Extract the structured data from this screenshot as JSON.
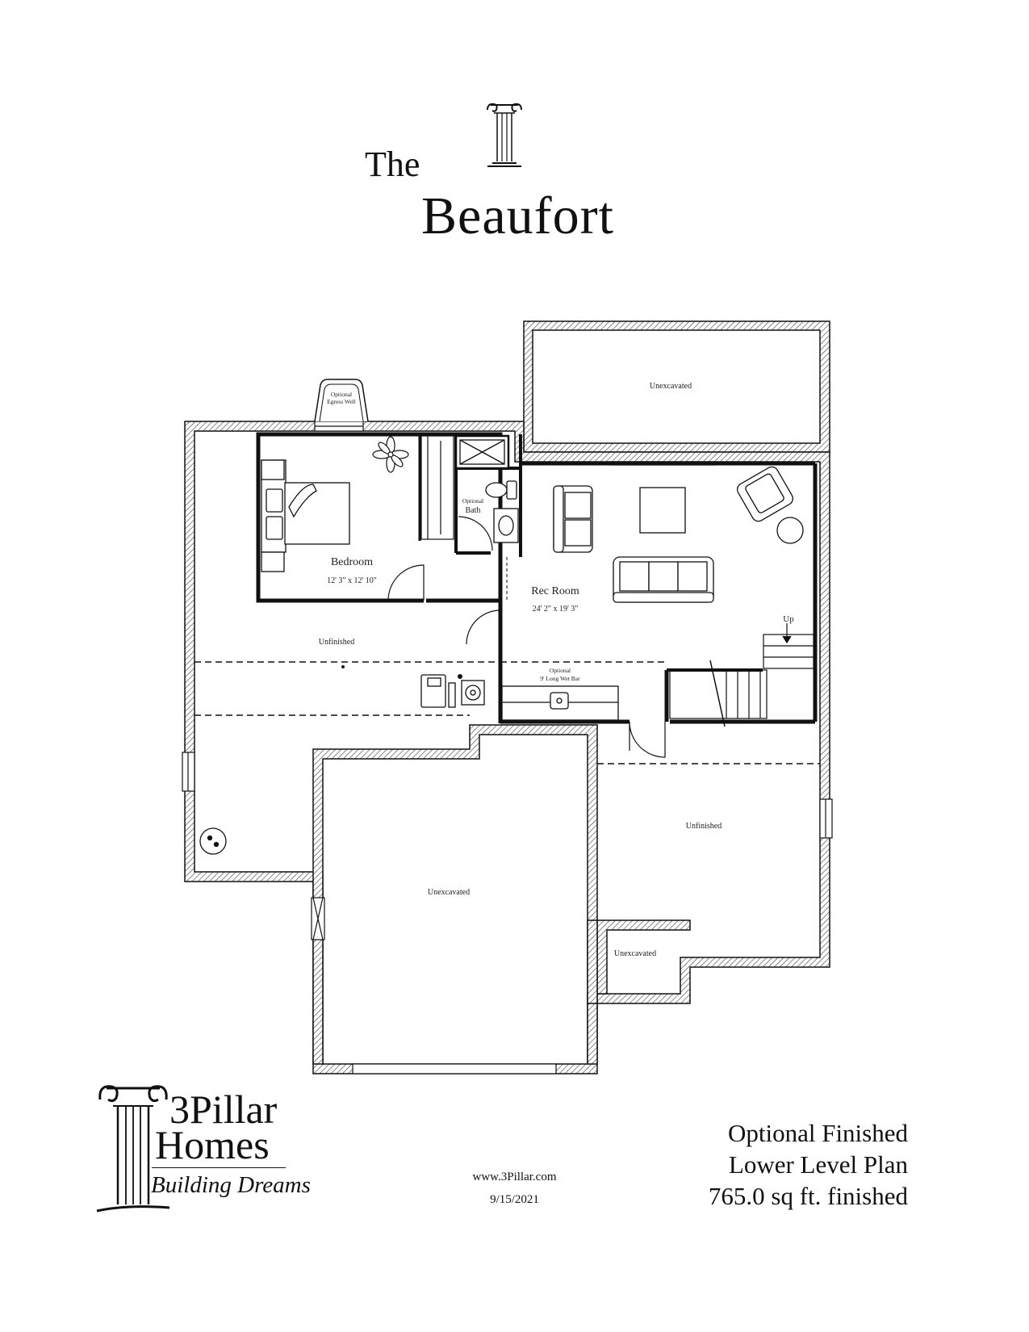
{
  "header": {
    "title_prefix": "The",
    "title": "Beaufort"
  },
  "plan": {
    "rooms": {
      "unexcavated_top": "Unexcavated",
      "egress_line1": "Optional",
      "egress_line2": "Egress Well",
      "bath_line1": "Optional",
      "bath_line2": "Bath",
      "bedroom_name": "Bedroom",
      "bedroom_size": "12' 3\" x 12' 10\"",
      "rec_room_name": "Rec Room",
      "rec_room_size": "24' 2\" x 19' 3\"",
      "unfinished_left": "Unfinished",
      "wet_bar_line1": "Optional",
      "wet_bar_line2": "9' Long Wet Bar",
      "stair_up": "Up",
      "unexcavated_center": "Unexcavated",
      "unfinished_right": "Unfinished",
      "unexcavated_small": "Unexcavated"
    }
  },
  "logo": {
    "line1": "3Pillar",
    "line2": "Homes",
    "tagline": "Building Dreams"
  },
  "footer": {
    "website": "www.3Pillar.com",
    "date": "9/15/2021",
    "plan_line1": "Optional Finished",
    "plan_line2": "Lower Level Plan",
    "plan_line3": "765.0 sq ft. finished"
  }
}
